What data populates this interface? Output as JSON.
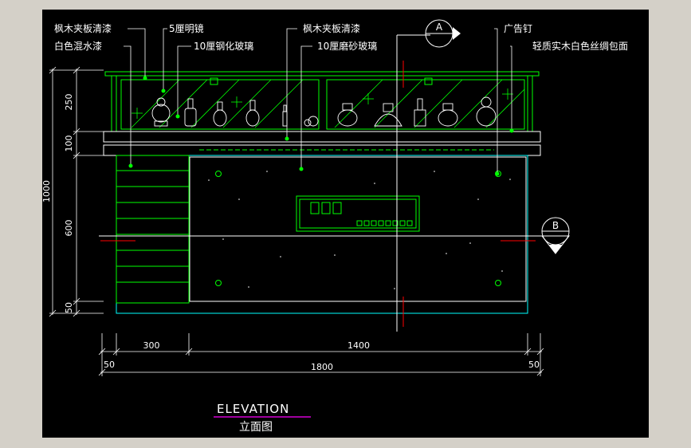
{
  "labels": {
    "top_left_1": "枫木夹板清漆",
    "top_left_2": "白色混水漆",
    "mirror": "5厘明镜",
    "tempered_glass": "10厘钢化玻璃",
    "top_mid_1": "枫木夹板清漆",
    "frosted_glass": "10厘磨砂玻璃",
    "nail": "广告钉",
    "wrap": "轻质实木白色丝绸包面"
  },
  "section_marks": {
    "a": "A",
    "b": "B"
  },
  "dimensions": {
    "v_250": "250",
    "v_100": "100",
    "v_1000": "1000",
    "v_600": "600",
    "v_50": "50",
    "h_300": "300",
    "h_1400": "1400",
    "h_50_left": "50",
    "h_1800": "1800",
    "h_50_right": "50"
  },
  "title": {
    "en": "ELEVATION",
    "cn": "立面图"
  },
  "colors": {
    "background": "#000000",
    "frame": "#d4d0c8",
    "line_green": "#00ff00",
    "line_white": "#ffffff",
    "line_cyan": "#00ffff",
    "accent_red": "#ff0000",
    "underline_magenta": "#ff00ff"
  }
}
